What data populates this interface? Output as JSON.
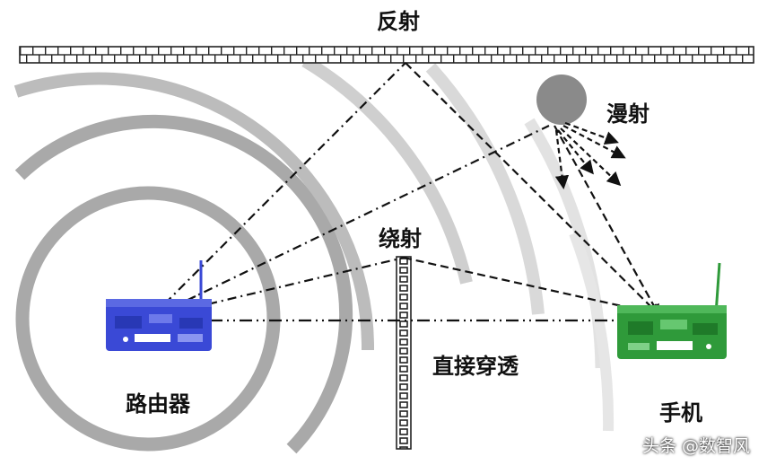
{
  "labels": {
    "reflection": "反射",
    "diffuse": "漫射",
    "diffraction": "绕射",
    "direct": "直接穿透",
    "router": "路由器",
    "phone": "手机"
  },
  "watermark": "头条 @数智风",
  "colors": {
    "router": "#3a49d6",
    "phone": "#2f9a3a",
    "wave_dark": "#a9a9a9",
    "wave_light": "#d9d9d9",
    "ball": "#8a8a8a",
    "line": "#111111"
  }
}
